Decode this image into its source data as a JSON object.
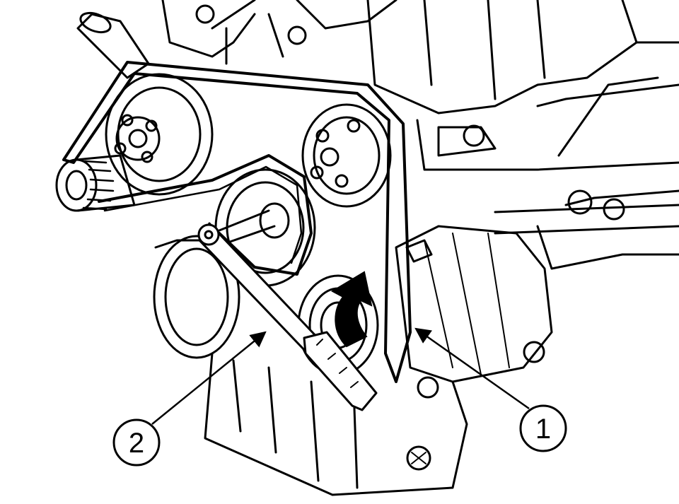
{
  "callouts": [
    {
      "id": "1",
      "label": "1"
    },
    {
      "id": "2",
      "label": "2"
    }
  ],
  "colors": {
    "ink": "#000000",
    "paper": "#ffffff"
  },
  "icons": {
    "rotation": "curved-arrow-icon"
  }
}
